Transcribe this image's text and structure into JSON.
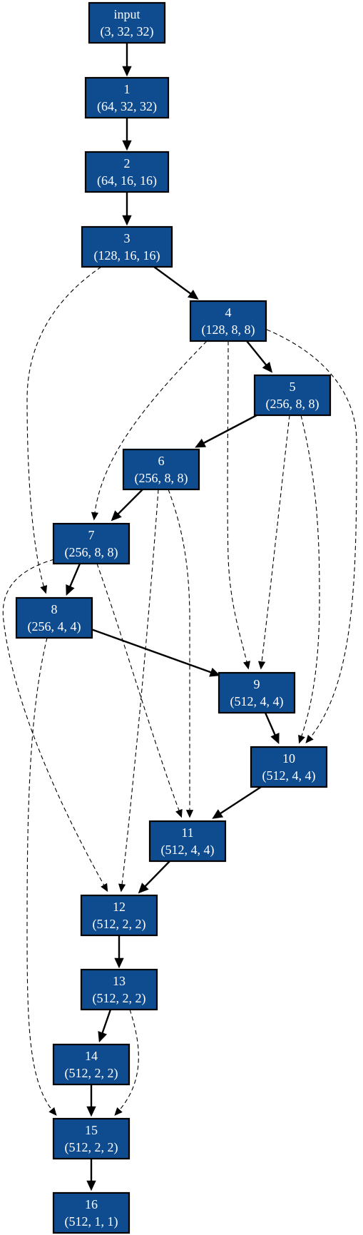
{
  "diagram": {
    "type": "directed-graph",
    "node_fill": "#0f4c8f",
    "node_text_color": "#ffffff",
    "edge_color": "#000000",
    "nodes": [
      {
        "id": "input",
        "label": "input",
        "shape": "(3, 32, 32)"
      },
      {
        "id": "1",
        "label": "1",
        "shape": "(64, 32, 32)"
      },
      {
        "id": "2",
        "label": "2",
        "shape": "(64, 16, 16)"
      },
      {
        "id": "3",
        "label": "3",
        "shape": "(128, 16, 16)"
      },
      {
        "id": "4",
        "label": "4",
        "shape": "(128, 8, 8)"
      },
      {
        "id": "5",
        "label": "5",
        "shape": "(256, 8, 8)"
      },
      {
        "id": "6",
        "label": "6",
        "shape": "(256, 8, 8)"
      },
      {
        "id": "7",
        "label": "7",
        "shape": "(256, 8, 8)"
      },
      {
        "id": "8",
        "label": "8",
        "shape": "(256, 4, 4)"
      },
      {
        "id": "9",
        "label": "9",
        "shape": "(512, 4, 4)"
      },
      {
        "id": "10",
        "label": "10",
        "shape": "(512, 4, 4)"
      },
      {
        "id": "11",
        "label": "11",
        "shape": "(512, 4, 4)"
      },
      {
        "id": "12",
        "label": "12",
        "shape": "(512, 2, 2)"
      },
      {
        "id": "13",
        "label": "13",
        "shape": "(512, 2, 2)"
      },
      {
        "id": "14",
        "label": "14",
        "shape": "(512, 2, 2)"
      },
      {
        "id": "15",
        "label": "15",
        "shape": "(512, 2, 2)"
      },
      {
        "id": "16",
        "label": "16",
        "shape": "(512, 1, 1)"
      }
    ],
    "edges": [
      {
        "from": "input",
        "to": "1",
        "style": "solid"
      },
      {
        "from": "1",
        "to": "2",
        "style": "solid"
      },
      {
        "from": "2",
        "to": "3",
        "style": "solid"
      },
      {
        "from": "3",
        "to": "4",
        "style": "solid"
      },
      {
        "from": "3",
        "to": "8",
        "style": "dashed"
      },
      {
        "from": "4",
        "to": "5",
        "style": "solid"
      },
      {
        "from": "4",
        "to": "7",
        "style": "dashed"
      },
      {
        "from": "4",
        "to": "9",
        "style": "dashed"
      },
      {
        "from": "4",
        "to": "10",
        "style": "dashed"
      },
      {
        "from": "5",
        "to": "6",
        "style": "solid"
      },
      {
        "from": "5",
        "to": "9",
        "style": "dashed"
      },
      {
        "from": "5",
        "to": "10",
        "style": "dashed"
      },
      {
        "from": "6",
        "to": "7",
        "style": "solid"
      },
      {
        "from": "6",
        "to": "11",
        "style": "dashed"
      },
      {
        "from": "6",
        "to": "12",
        "style": "dashed"
      },
      {
        "from": "7",
        "to": "8",
        "style": "solid"
      },
      {
        "from": "7",
        "to": "11",
        "style": "dashed"
      },
      {
        "from": "7",
        "to": "12",
        "style": "dashed"
      },
      {
        "from": "8",
        "to": "9",
        "style": "solid"
      },
      {
        "from": "8",
        "to": "15",
        "style": "dashed"
      },
      {
        "from": "9",
        "to": "10",
        "style": "solid"
      },
      {
        "from": "10",
        "to": "11",
        "style": "solid"
      },
      {
        "from": "11",
        "to": "12",
        "style": "solid"
      },
      {
        "from": "12",
        "to": "13",
        "style": "solid"
      },
      {
        "from": "13",
        "to": "14",
        "style": "solid"
      },
      {
        "from": "13",
        "to": "15",
        "style": "dashed"
      },
      {
        "from": "14",
        "to": "15",
        "style": "solid"
      },
      {
        "from": "15",
        "to": "16",
        "style": "solid"
      }
    ]
  }
}
